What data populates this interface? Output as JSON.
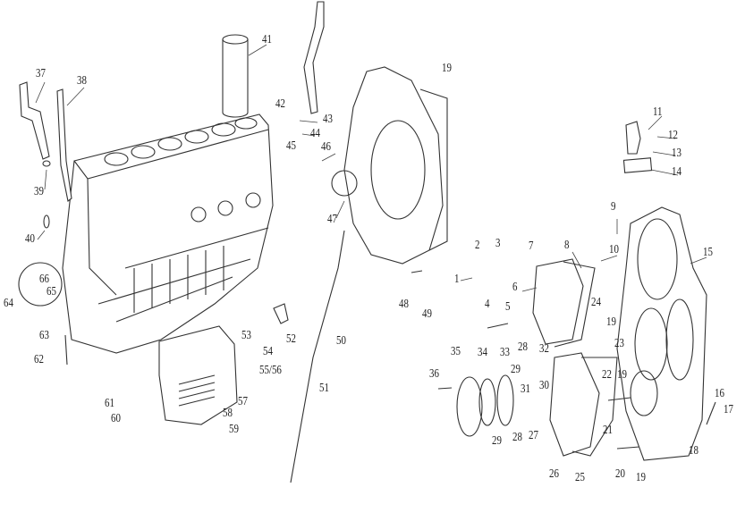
{
  "diagram": {
    "type": "exploded-parts-diagram",
    "callouts": [
      "41",
      "37",
      "38",
      "42",
      "43",
      "44",
      "45",
      "46",
      "39",
      "40",
      "47",
      "19",
      "11",
      "12",
      "13",
      "14",
      "9",
      "8",
      "10",
      "7",
      "2",
      "3",
      "1",
      "6",
      "15",
      "48",
      "49",
      "4",
      "5",
      "24",
      "19",
      "23",
      "28",
      "32",
      "29",
      "36",
      "35",
      "34",
      "33",
      "31",
      "30",
      "22",
      "19",
      "21",
      "16",
      "17",
      "18",
      "26",
      "25",
      "20",
      "19",
      "29",
      "28",
      "27",
      "64",
      "66",
      "65",
      "63",
      "62",
      "52",
      "50",
      "53",
      "54",
      "55/56",
      "51",
      "57",
      "58",
      "59",
      "61",
      "60"
    ]
  }
}
